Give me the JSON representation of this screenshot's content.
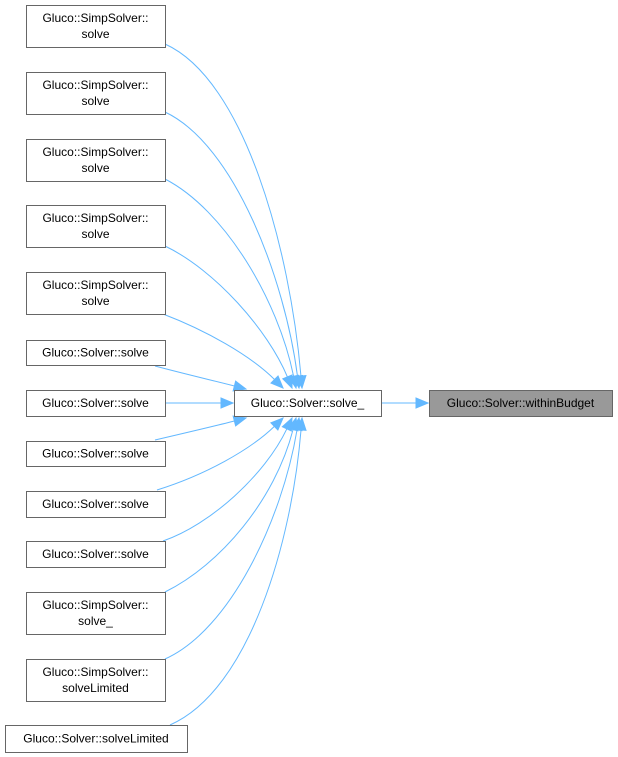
{
  "diagram": {
    "type": "call-graph",
    "focus_node": "Gluco::Solver::solve_",
    "colors": {
      "edge": "#63b8ff",
      "node_border": "#666666",
      "node_fill": "#ffffff",
      "target_fill": "#999999"
    },
    "nodes": [
      {
        "id": "n1",
        "lines": [
          "Gluco::SimpSolver::",
          "solve"
        ]
      },
      {
        "id": "n2",
        "lines": [
          "Gluco::SimpSolver::",
          "solve"
        ]
      },
      {
        "id": "n3",
        "lines": [
          "Gluco::SimpSolver::",
          "solve"
        ]
      },
      {
        "id": "n4",
        "lines": [
          "Gluco::SimpSolver::",
          "solve"
        ]
      },
      {
        "id": "n5",
        "lines": [
          "Gluco::SimpSolver::",
          "solve"
        ]
      },
      {
        "id": "n6",
        "lines": [
          "Gluco::Solver::solve"
        ]
      },
      {
        "id": "n7",
        "lines": [
          "Gluco::Solver::solve"
        ]
      },
      {
        "id": "n8",
        "lines": [
          "Gluco::Solver::solve"
        ]
      },
      {
        "id": "n9",
        "lines": [
          "Gluco::Solver::solve"
        ]
      },
      {
        "id": "n10",
        "lines": [
          "Gluco::Solver::solve"
        ]
      },
      {
        "id": "n11",
        "lines": [
          "Gluco::SimpSolver::",
          "solve_"
        ]
      },
      {
        "id": "n12",
        "lines": [
          "Gluco::SimpSolver::",
          "solveLimited"
        ]
      },
      {
        "id": "n13",
        "lines": [
          "Gluco::Solver::solveLimited"
        ]
      },
      {
        "id": "center",
        "lines": [
          "Gluco::Solver::solve_"
        ]
      },
      {
        "id": "target",
        "lines": [
          "Gluco::Solver::withinBudget"
        ]
      }
    ],
    "edges": [
      {
        "from": "n1",
        "to": "center"
      },
      {
        "from": "n2",
        "to": "center"
      },
      {
        "from": "n3",
        "to": "center"
      },
      {
        "from": "n4",
        "to": "center"
      },
      {
        "from": "n5",
        "to": "center"
      },
      {
        "from": "n6",
        "to": "center"
      },
      {
        "from": "n7",
        "to": "center"
      },
      {
        "from": "n8",
        "to": "center"
      },
      {
        "from": "n9",
        "to": "center"
      },
      {
        "from": "n10",
        "to": "center"
      },
      {
        "from": "n11",
        "to": "center"
      },
      {
        "from": "n12",
        "to": "center"
      },
      {
        "from": "n13",
        "to": "center"
      },
      {
        "from": "center",
        "to": "target"
      }
    ]
  }
}
